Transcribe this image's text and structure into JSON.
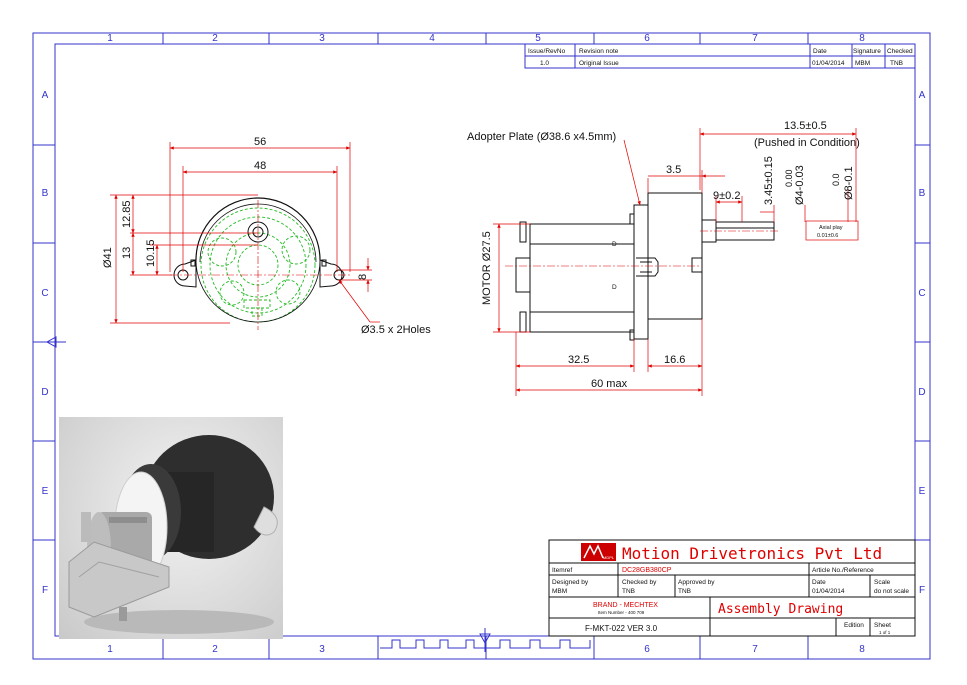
{
  "colors": {
    "frame": "#3333cc",
    "dim": "#e00000",
    "green": "#22bb22",
    "ink": "#111111",
    "brand": "#e00000"
  },
  "grid": {
    "columns": [
      "1",
      "2",
      "3",
      "4",
      "5",
      "6",
      "7",
      "8"
    ],
    "rows": [
      "A",
      "B",
      "C",
      "D",
      "E",
      "F"
    ]
  },
  "revision": {
    "headers": {
      "issue": "Issue/RevNo",
      "note": "Revision note",
      "date": "Date",
      "signature": "Signature",
      "checked": "Checked"
    },
    "row": {
      "issue": "1.0",
      "note": "Original Issue",
      "date": "01/04/2014",
      "signature": "MBM",
      "checked": "TNB"
    }
  },
  "front_view": {
    "dim_56": "56",
    "dim_48": "48",
    "dim_41": "Ø41",
    "dim_13": "13",
    "dim_12_85": "12.85",
    "dim_10_15": "10.15",
    "dim_8": "8",
    "holes": "Ø3.5 x 2Holes"
  },
  "side_view": {
    "adopter": "Adopter Plate (Ø38.6 x4.5mm)",
    "shaft_len": "13.5±0.5",
    "pushed": "(Pushed in Condition)",
    "dim_3_5": "3.5",
    "dim_9": "9±0.2",
    "dim_3_45": "3.45±0.15",
    "dim_d4": "Ø4-0.03",
    "dim_d4_upper": "0.00",
    "dim_d8": "Ø8-0.1",
    "dim_d8_upper": "0.0",
    "motor": "MOTOR Ø27.5",
    "axial_title": "Axial play",
    "axial_val": "0.01±0.6",
    "dim_32_5": "32.5",
    "dim_16_6": "16.6",
    "dim_60": "60 max",
    "mark_d": "D"
  },
  "title_block": {
    "logo": "MDPL",
    "company": "Motion Drivetronics Pvt Ltd",
    "itemref_label": "Itemref",
    "itemref_value": "DC28GB380CP",
    "article_label": "Article No./Reference",
    "designed_label": "Designed by",
    "designed_value": "MBM",
    "checked_label": "Checked by",
    "checked_value": "TNB",
    "approved_label": "Approved by",
    "approved_value": "TNB",
    "date_label": "Date",
    "date_value": "01/04/2014",
    "scale_label": "Scale",
    "scale_value": "do not scale",
    "brand": "BRAND - MECHTEX",
    "item_number": "Item Number - 400 709",
    "doc_title": "Assembly Drawing",
    "form": "F-MKT-022 VER 3.0",
    "edition_label": "Edition",
    "sheet_label": "Sheet",
    "sheet_value": "1 of 1"
  }
}
